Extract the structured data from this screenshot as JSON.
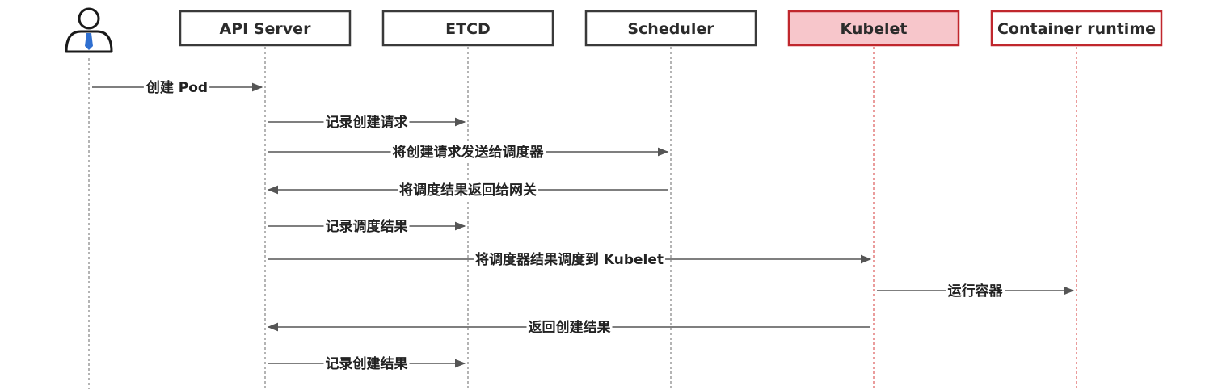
{
  "participants": [
    {
      "id": "user",
      "kind": "actor",
      "label": ""
    },
    {
      "id": "api",
      "kind": "box",
      "label": "API Server"
    },
    {
      "id": "etcd",
      "kind": "box",
      "label": "ETCD"
    },
    {
      "id": "scheduler",
      "kind": "box",
      "label": "Scheduler"
    },
    {
      "id": "kubelet",
      "kind": "box",
      "label": "Kubelet",
      "highlight": "#f7c6cb"
    },
    {
      "id": "runtime",
      "kind": "box",
      "label": "Container runtime"
    }
  ],
  "messages": [
    {
      "from": "user",
      "to": "api",
      "label": "创建 Pod"
    },
    {
      "from": "api",
      "to": "etcd",
      "label": "记录创建请求"
    },
    {
      "from": "api",
      "to": "scheduler",
      "label": "将创建请求发送给调度器"
    },
    {
      "from": "scheduler",
      "to": "api",
      "label": "将调度结果返回给网关"
    },
    {
      "from": "api",
      "to": "etcd",
      "label": "记录调度结果"
    },
    {
      "from": "api",
      "to": "kubelet",
      "label": "将调度器结果调度到 Kubelet"
    },
    {
      "from": "kubelet",
      "to": "runtime",
      "label": "运行容器"
    },
    {
      "from": "kubelet",
      "to": "api",
      "label": "返回创建结果"
    },
    {
      "from": "api",
      "to": "etcd",
      "label": "记录创建结果"
    }
  ],
  "colors": {
    "line": "#555555",
    "box_border": "#3a3a3a",
    "accent": "#c0272d",
    "accent_fill": "#f7c6cb"
  },
  "icons": {
    "actor": "user-icon"
  }
}
